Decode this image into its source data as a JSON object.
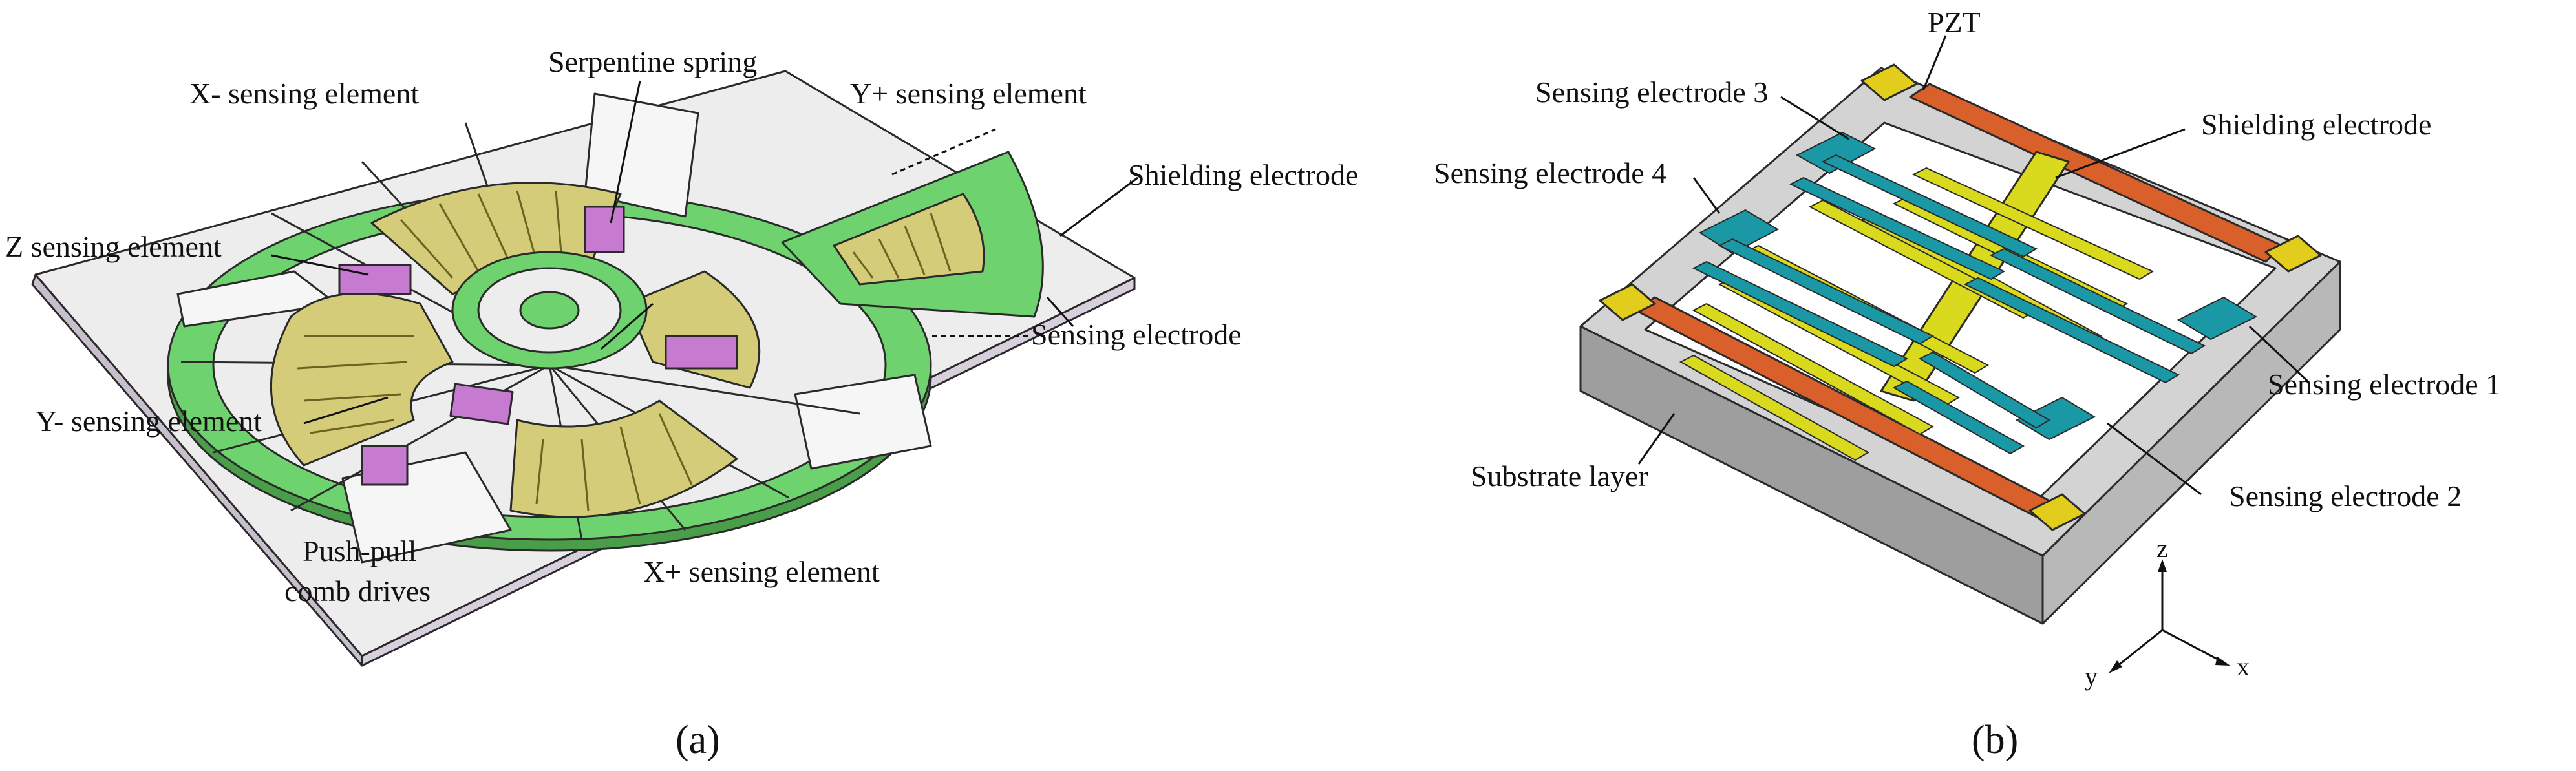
{
  "panel_a": {
    "caption": "(a)",
    "labels": {
      "x_minus": "X- sensing element",
      "serpentine": "Serpentine spring",
      "y_plus": "Y+ sensing element",
      "shielding": "Shielding electrode",
      "z_sensing": "Z sensing element",
      "sensing_electrode": "Sensing electrode",
      "y_minus": "Y- sensing element",
      "push_pull_1": "Push-pull",
      "push_pull_2": "comb drives",
      "x_plus": "X+ sensing element"
    }
  },
  "panel_b": {
    "caption": "(b)",
    "labels": {
      "pzt": "PZT",
      "se3": "Sensing electrode 3",
      "shielding": "Shielding electrode",
      "se4": "Sensing electrode 4",
      "se1": "Sensing electrode 1",
      "substrate": "Substrate layer",
      "se2": "Sensing electrode 2"
    },
    "axes": {
      "z": "z",
      "y": "y",
      "x": "x"
    }
  },
  "colors": {
    "green": "#6ed36e",
    "green_dark": "#3e9e3e",
    "olive": "#d4cc78",
    "magenta": "#c77bd0",
    "plate": "#ececec",
    "frame": "#c9c9c9",
    "orange": "#d9602a",
    "yellow": "#d9d91e",
    "teal": "#1b98a6",
    "gold": "#e2cc1c"
  }
}
